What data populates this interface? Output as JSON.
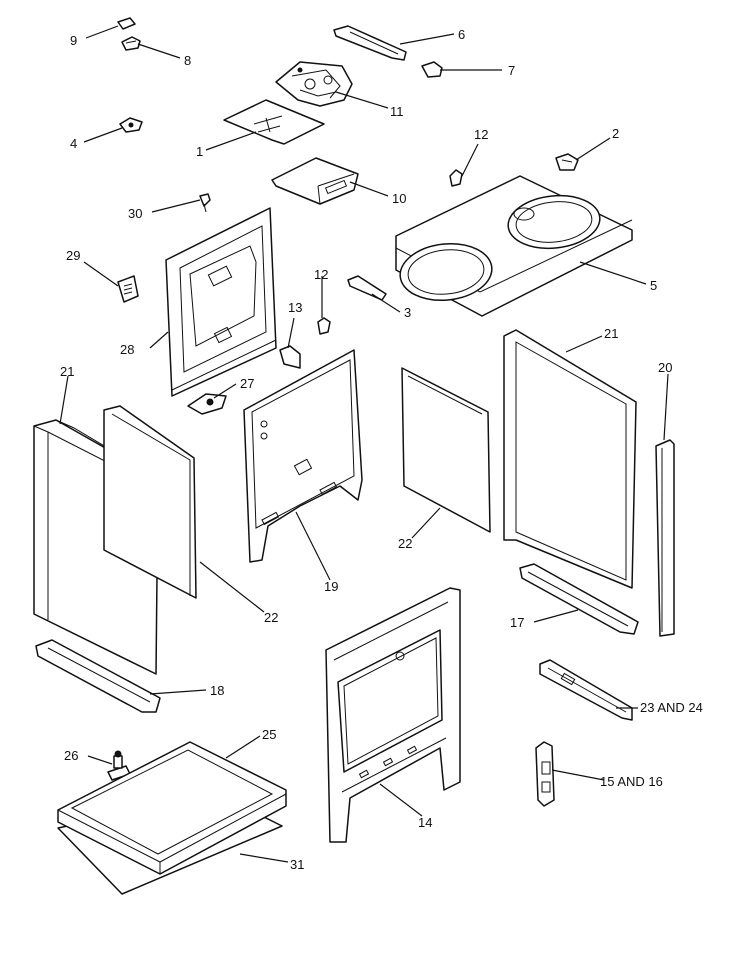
{
  "diagram": {
    "type": "exploded-parts-view",
    "callouts": {
      "p1": "1",
      "p2": "2",
      "p3": "3",
      "p4": "4",
      "p5": "5",
      "p6": "6",
      "p7": "7",
      "p8": "8",
      "p9": "9",
      "p10": "10",
      "p11": "11",
      "p12a": "12",
      "p12b": "12",
      "p13": "13",
      "p14": "14",
      "p15_16": "15 AND 16",
      "p17": "17",
      "p18": "18",
      "p19": "19",
      "p20": "20",
      "p21a": "21",
      "p21b": "21",
      "p22a": "22",
      "p22b": "22",
      "p23_24": "23 AND 24",
      "p25": "25",
      "p26": "26",
      "p27": "27",
      "p28": "28",
      "p29": "29",
      "p30": "30",
      "p31": "31"
    }
  }
}
